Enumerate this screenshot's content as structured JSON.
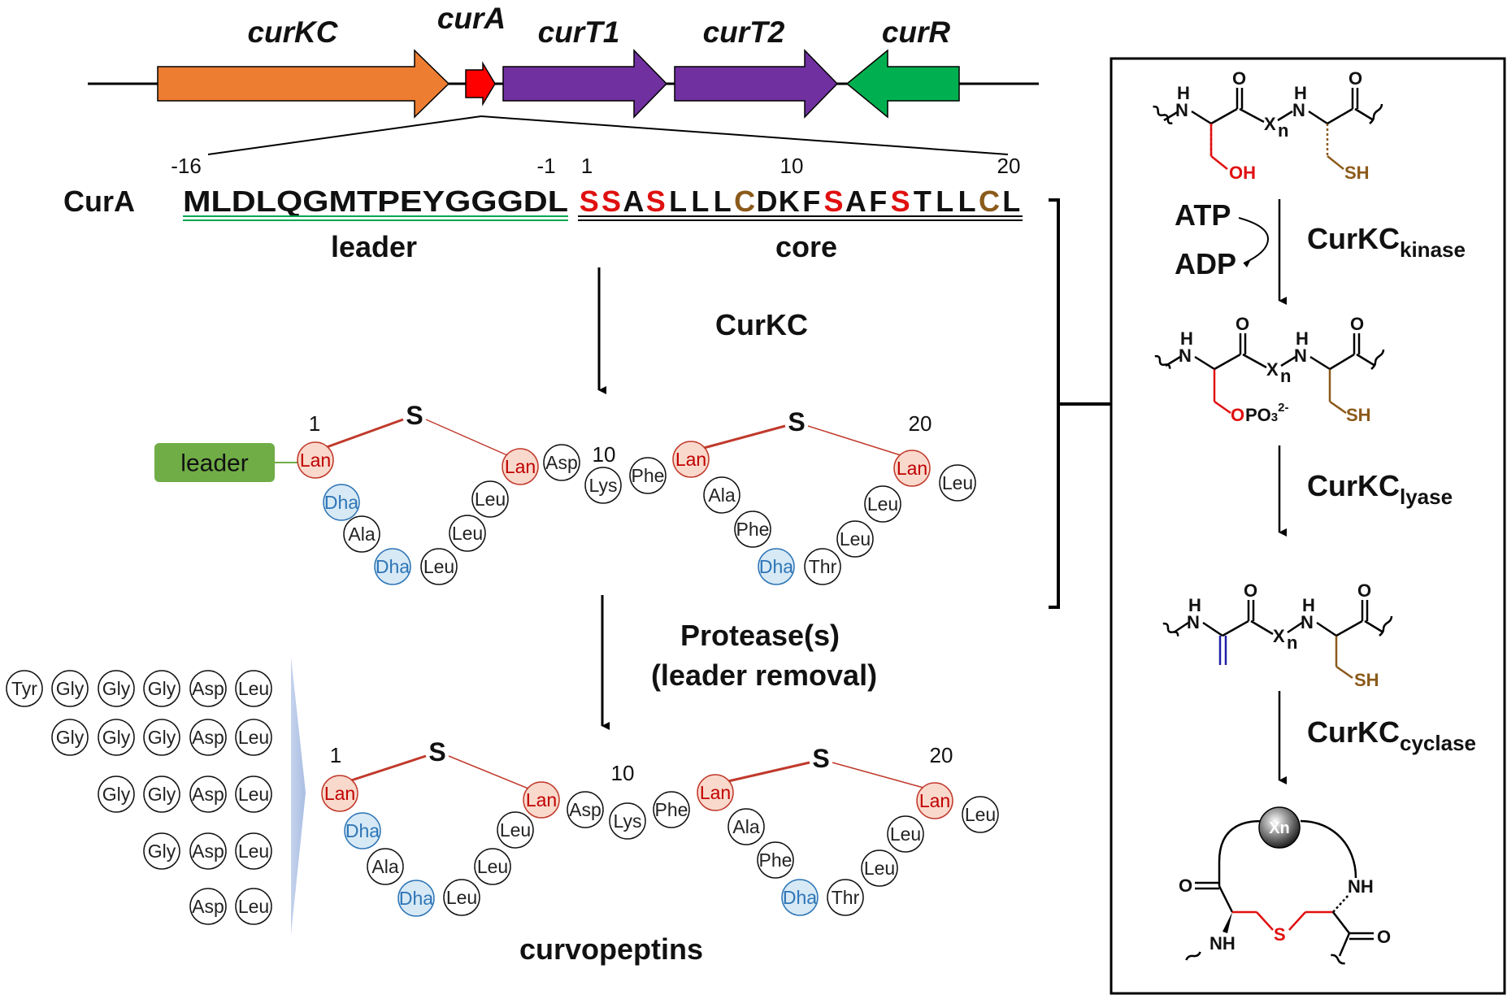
{
  "genes": [
    {
      "name": "curKC",
      "color": "#ed7d31"
    },
    {
      "name": "curA",
      "color": "#ff0000"
    },
    {
      "name": "curT1",
      "color": "#7030a0"
    },
    {
      "name": "curT2",
      "color": "#7030a0"
    },
    {
      "name": "curR",
      "color": "#00b050"
    }
  ],
  "sequence": {
    "protein": "CurA",
    "numbers": {
      "n_m16": "-16",
      "n_m1": "-1",
      "n_1": "1",
      "n_10": "10",
      "n_20": "20"
    },
    "leader_seq": "MLDLQGMTPEYGGGDL",
    "core_residues": [
      {
        "c": "S",
        "color": "red"
      },
      {
        "c": "S",
        "color": "red"
      },
      {
        "c": "A",
        "color": "black"
      },
      {
        "c": "S",
        "color": "red"
      },
      {
        "c": "L",
        "color": "black"
      },
      {
        "c": "L",
        "color": "black"
      },
      {
        "c": "L",
        "color": "black"
      },
      {
        "c": "C",
        "color": "brown"
      },
      {
        "c": "D",
        "color": "black"
      },
      {
        "c": "K",
        "color": "black"
      },
      {
        "c": "F",
        "color": "black"
      },
      {
        "c": "S",
        "color": "red"
      },
      {
        "c": "A",
        "color": "black"
      },
      {
        "c": "F",
        "color": "black"
      },
      {
        "c": "S",
        "color": "red"
      },
      {
        "c": "T",
        "color": "black"
      },
      {
        "c": "L",
        "color": "black"
      },
      {
        "c": "L",
        "color": "black"
      },
      {
        "c": "C",
        "color": "brown"
      },
      {
        "c": "L",
        "color": "black"
      }
    ],
    "leader_label": "leader",
    "core_label": "core"
  },
  "steps": {
    "enzyme1": "CurKC",
    "protease_line1": "Protease(s)",
    "protease_line2": "(leader removal)",
    "product": "curvopeptins"
  },
  "modified_peptide": {
    "leader_box": "leader",
    "num1": "1",
    "num10": "10",
    "num20": "20",
    "sulfur": "S",
    "residues": [
      "Lan",
      "Dha",
      "Ala",
      "Dha",
      "Leu",
      "Leu",
      "Leu",
      "Lan",
      "Asp",
      "Lys",
      "Phe",
      "Lan",
      "Ala",
      "Phe",
      "Dha",
      "Thr",
      "Leu",
      "Leu",
      "Lan",
      "Leu"
    ]
  },
  "truncations": [
    [
      "Tyr",
      "Gly",
      "Gly",
      "Gly",
      "Asp",
      "Leu"
    ],
    [
      "Gly",
      "Gly",
      "Gly",
      "Asp",
      "Leu"
    ],
    [
      "Gly",
      "Gly",
      "Asp",
      "Leu"
    ],
    [
      "Gly",
      "Asp",
      "Leu"
    ],
    [
      "Asp",
      "Leu"
    ]
  ],
  "mechanism": {
    "h": "H",
    "n": "N",
    "o": "O",
    "x": "X",
    "xsub": "n",
    "oh": "OH",
    "sh": "SH",
    "opo3": "O",
    "po3": "PO",
    "po3sub": "3",
    "po3sup": "2-",
    "nh": "NH",
    "s": "S",
    "xn": "Xn",
    "atp": "ATP",
    "adp": "ADP",
    "kinase_main": "CurKC",
    "kinase_sub": "kinase",
    "lyase_main": "CurKC",
    "lyase_sub": "lyase",
    "cyclase_main": "CurKC",
    "cyclase_sub": "cyclase"
  },
  "colors": {
    "lan_fill": "#f9d9cc",
    "lan_stroke": "#c0392b",
    "lan_text": "#c00000",
    "dha_fill": "#d6e9f5",
    "dha_stroke": "#2e75b6",
    "dha_text": "#2e75b6",
    "leader_green": "#00a651",
    "leader_box": "#70ad47",
    "red": "#e01010",
    "brown": "#8b5a1a",
    "blue": "#1f1fa8"
  }
}
